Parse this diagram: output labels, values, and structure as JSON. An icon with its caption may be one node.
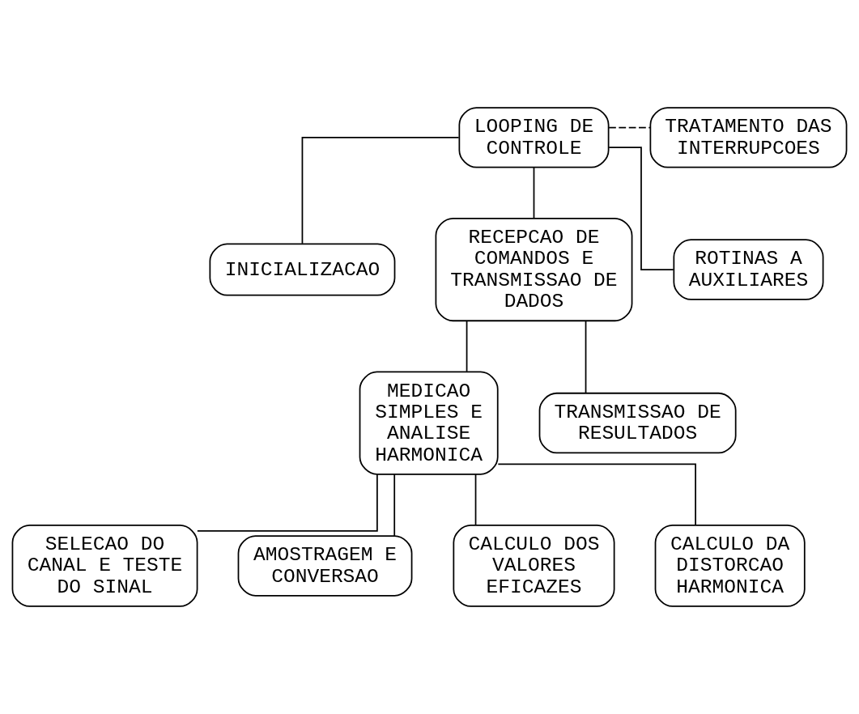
{
  "diagram": {
    "nodes": [
      {
        "text": [
          "LOOPING DE CONTROLE"
        ]
      },
      {
        "text": [
          "TRATAMENTO DAS INTERRUPCOES"
        ]
      },
      {
        "text": [
          "INICIALIZACAO"
        ]
      },
      {
        "text": [
          "RECEPCAO DE COMANDOS E TRANSMISSAO DE DADOS"
        ]
      },
      {
        "text": [
          "ROTINAS A AUXILIARES"
        ]
      },
      {
        "text": [
          "MEDICAO SIMPLES E ANALISE HARMONICA"
        ]
      },
      {
        "text": [
          "TRANSMISSAO DE RESULTADOS"
        ]
      },
      {
        "text": [
          "SELECAO DO CANAL E TESTE DO SINAL"
        ]
      },
      {
        "text": [
          "AMOSTRAGEM E CONVERSAO"
        ]
      },
      {
        "text": [
          "CALCULO DOS VALORES EFICAZES"
        ]
      },
      {
        "text": [
          "CALCULO DA DISTORCAO HARMONICA"
        ]
      }
    ],
    "edges": [
      {
        "from": 0,
        "to": 1,
        "arrow": "none",
        "style": "dashed"
      },
      {
        "from": 0,
        "to": 2,
        "arrow": "none"
      },
      {
        "from": 0,
        "to": 3,
        "arrow": "none"
      },
      {
        "from": 0,
        "to": 4,
        "arrow": "none"
      },
      {
        "from": 3,
        "to": 5,
        "arrow": "none"
      },
      {
        "from": 3,
        "to": 6,
        "arrow": "none"
      },
      {
        "from": 5,
        "to": 7,
        "arrow": "none"
      },
      {
        "from": 5,
        "to": 8,
        "arrow": "none"
      },
      {
        "from": 5,
        "to": 9,
        "arrow": "none"
      },
      {
        "from": 5,
        "to": 10,
        "arrow": "none"
      }
    ]
  }
}
